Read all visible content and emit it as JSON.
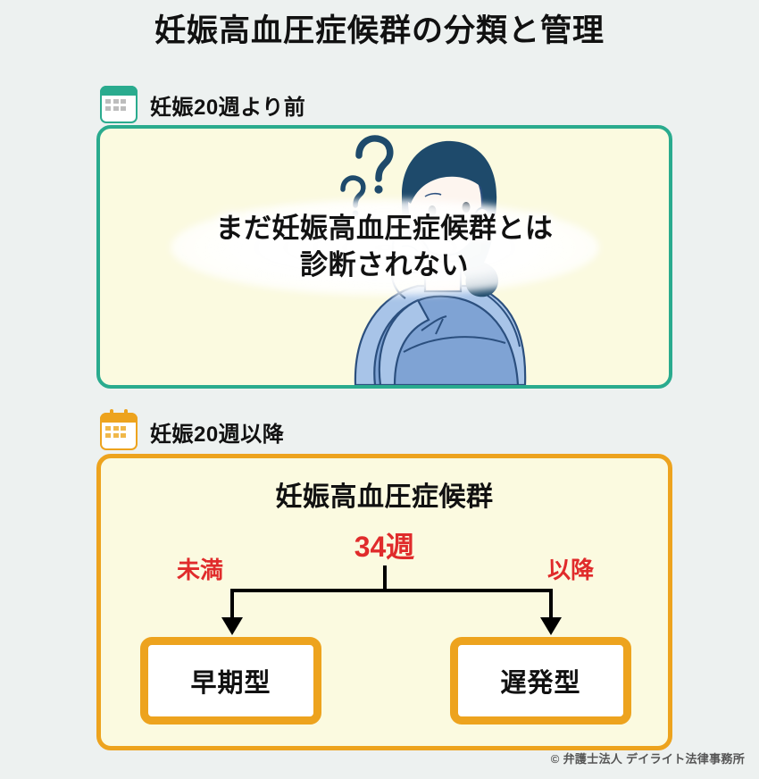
{
  "page": {
    "title": "妊娠高血圧症候群の分類と管理",
    "background_color": "#edf1f0",
    "footer_credit": "© 弁護士法人 デイライト法律事務所"
  },
  "sections": [
    {
      "id": "before-20-weeks",
      "icon": "calendar-icon",
      "heading": "妊娠20週より前",
      "accent_color": "#2aab8e",
      "panel_fill": "#fbfae0",
      "message_line1": "まだ妊娠高血圧症候群とは",
      "message_line2": "診断されない",
      "illustration": "pregnant-woman-thinking-illustration"
    },
    {
      "id": "after-20-weeks",
      "icon": "calendar-icon",
      "heading": "妊娠20週以降",
      "accent_color": "#eda31e",
      "panel_fill": "#fbfae0",
      "flow": {
        "title": "妊娠高血圧症候群",
        "threshold": "34週",
        "threshold_color": "#e02b2b",
        "branch_left_condition": "未満",
        "branch_right_condition": "以降",
        "branch_left_result": "早期型",
        "branch_right_result": "遅発型"
      }
    }
  ]
}
